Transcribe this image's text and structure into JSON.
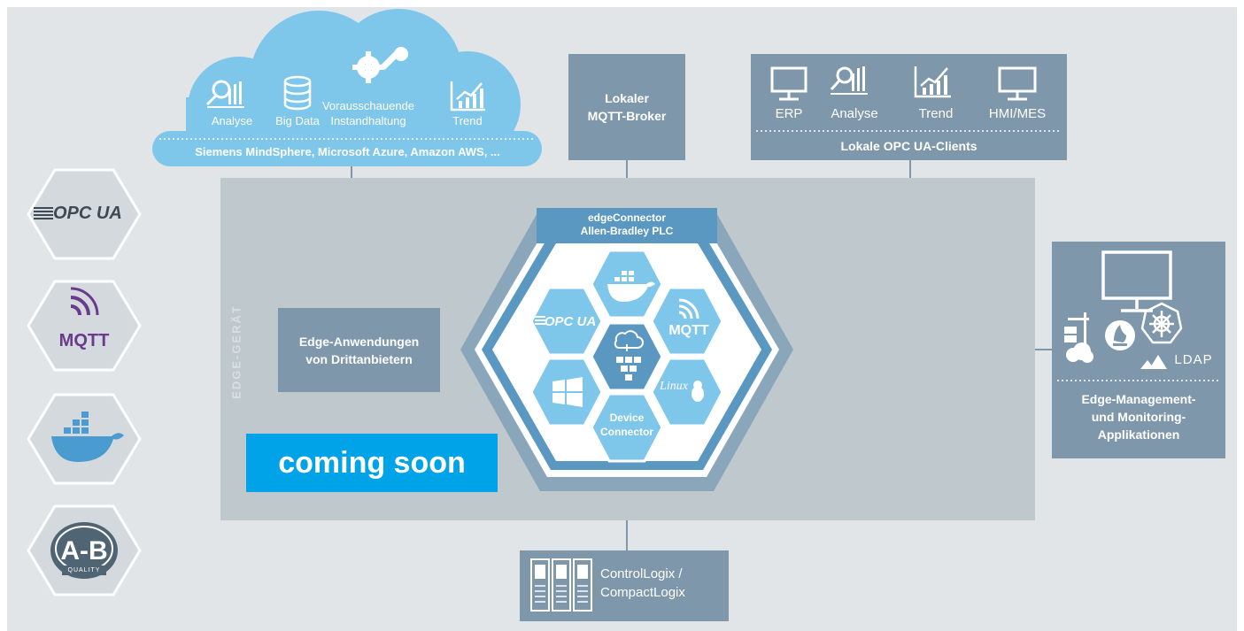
{
  "colors": {
    "background": "#e1e5e8",
    "edge_area": "#bfc8cd",
    "box": "#7e97aa",
    "hex_light": "#7ec6ea",
    "hex_mid": "#5a98c2",
    "hex_border": "#8aa6ba",
    "coming_soon": "#00a2e8",
    "side_hex": "#d3d9dd"
  },
  "cloud": {
    "items": [
      {
        "label": "Analyse",
        "icon": "analytics-chart-icon"
      },
      {
        "label": "Big Data",
        "icon": "database-icon"
      },
      {
        "label_line1": "Vorausschauende",
        "label_line2": "Instandhaltung",
        "icon": "gear-wrench-icon"
      },
      {
        "label": "Trend",
        "icon": "trend-chart-icon"
      }
    ],
    "providers": "Siemens MindSphere, Microsoft Azure, Amazon AWS, ..."
  },
  "broker": {
    "line1": "Lokaler",
    "line2": "MQTT-Broker"
  },
  "opc_clients": {
    "items": [
      {
        "label": "ERP",
        "icon": "monitor-icon"
      },
      {
        "label": "Analyse",
        "icon": "analytics-chart-icon"
      },
      {
        "label": "Trend",
        "icon": "trend-chart-icon"
      },
      {
        "label": "HMI/MES",
        "icon": "monitor-icon"
      }
    ],
    "title": "Lokale OPC UA-Clients"
  },
  "edge_device_label": "EDGE-GERÄT",
  "third_party": {
    "line1": "Edge-Anwendungen",
    "line2": "von Drittanbietern"
  },
  "connector": {
    "line1": "edgeConnector",
    "line2": "Allen-Bradley PLC",
    "opcua": "OPC UA",
    "mqtt": "MQTT",
    "linux": "Linux",
    "device_line1": "Device",
    "device_line2": "Connector"
  },
  "coming_soon": "coming soon",
  "management": {
    "ldap": "LDAP",
    "line1": "Edge-Management-",
    "line2": "und Monitoring-",
    "line3": "Applikationen"
  },
  "plc": {
    "line1": "ControlLogix /",
    "line2": "CompactLogix"
  },
  "side_logos": {
    "opcua": "OPC UA",
    "mqtt": "MQTT",
    "ab": "A-B",
    "ab_quality": "QUALITY"
  }
}
